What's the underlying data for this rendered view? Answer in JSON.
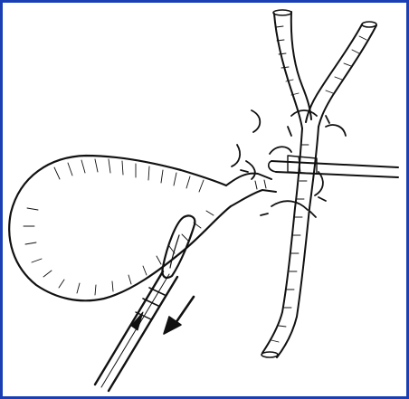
{
  "figure": {
    "kind": "surgical-illustration",
    "frame_color": "#1a3fb5",
    "ink_color": "#111111",
    "parts": [
      "gallbladder",
      "cystic-duct",
      "hepatic-ducts",
      "common-bile-duct",
      "clip-applier",
      "grasping-forceps",
      "direction-arrow",
      "surgical-clips"
    ]
  }
}
